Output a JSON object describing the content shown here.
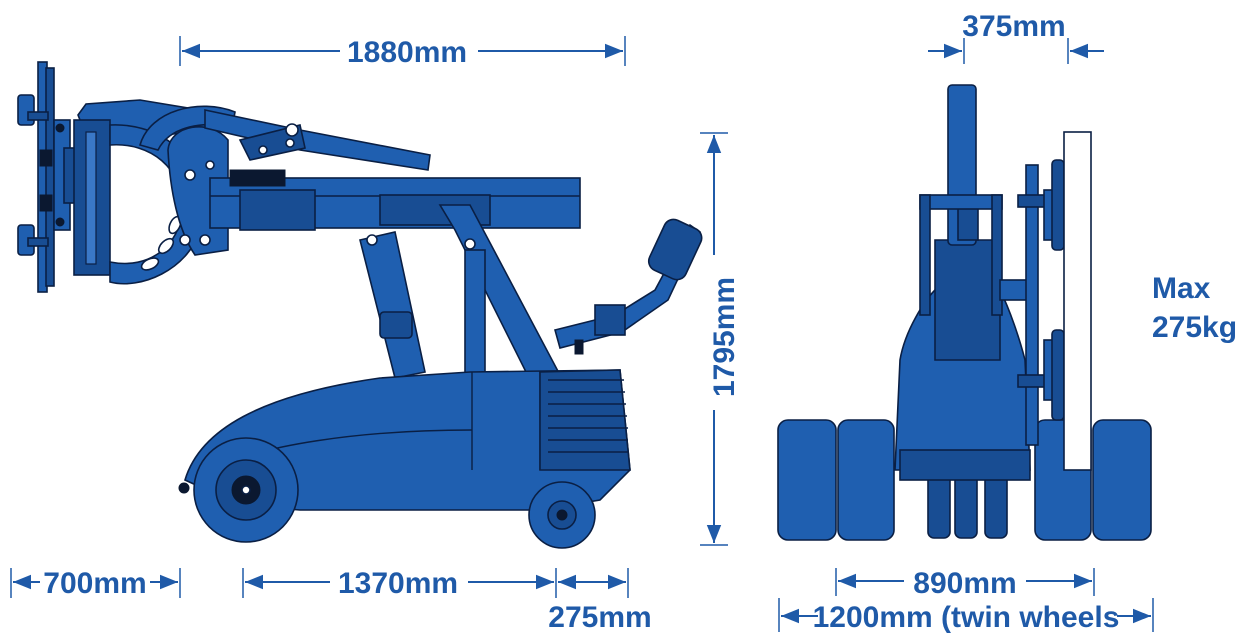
{
  "dimensions": {
    "boom_length": "1880mm",
    "rear_overhang": "700mm",
    "wheelbase": "1370mm",
    "front_overhang": "275mm",
    "height": "1795mm",
    "top_width": "375mm",
    "track_width": "890mm",
    "overall_width": "1200mm (twin wheels"
  },
  "capacity": {
    "line1": "Max",
    "line2": "275kg"
  },
  "colors": {
    "machine_blue": "#1f5fb0",
    "outline": "#0a1f44",
    "dimension_blue": "#1f5aa8"
  }
}
